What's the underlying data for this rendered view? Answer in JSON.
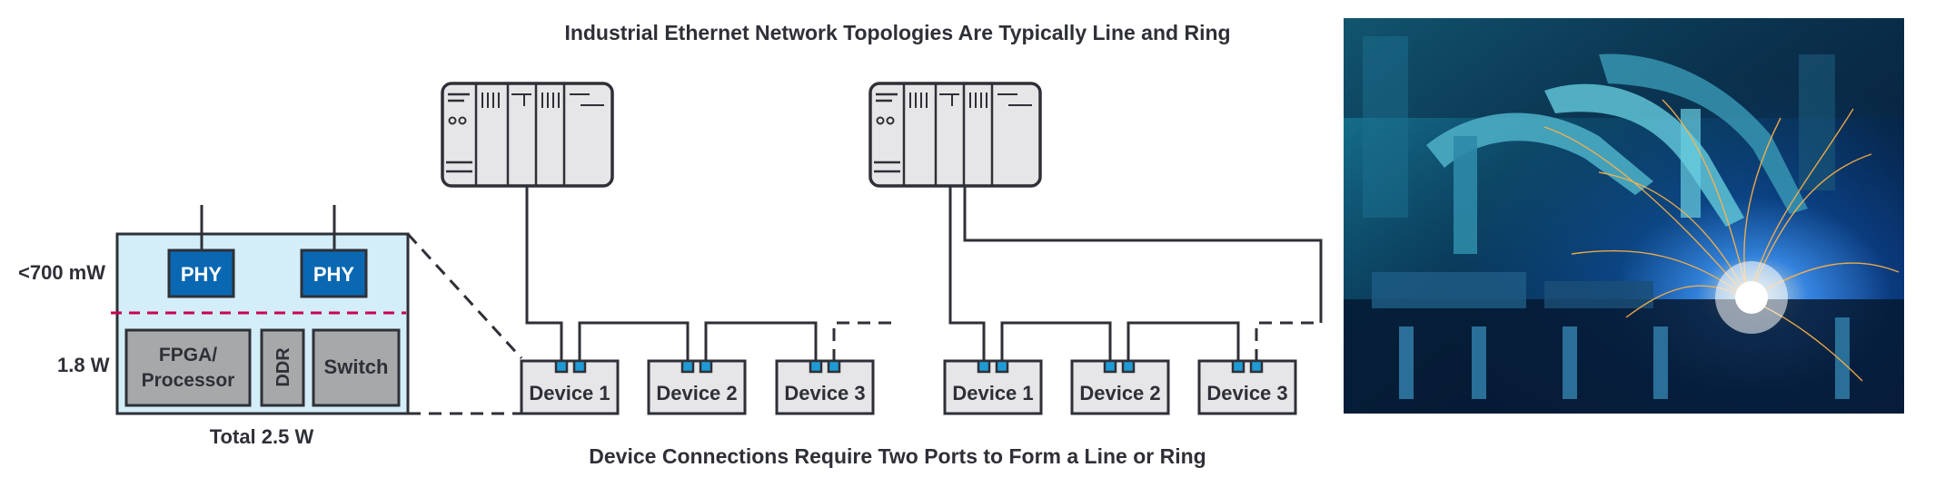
{
  "titles": {
    "top": "Industrial Ethernet Network Topologies Are Typically Line and Ring",
    "bottom": "Device Connections Require Two Ports to Form a Line or Ring"
  },
  "power_breakdown": {
    "phy_power": "<700 mW",
    "logic_power": "1.8 W",
    "total": "Total 2.5 W",
    "phy_1": "PHY",
    "phy_2": "PHY",
    "fpga_line1": "FPGA/",
    "fpga_line2": "Processor",
    "ddr": "DDR",
    "switch": "Switch"
  },
  "line_topology": {
    "devices": [
      "Device 1",
      "Device 2",
      "Device 3"
    ]
  },
  "ring_topology": {
    "devices": [
      "Device 1",
      "Device 2",
      "Device 3"
    ]
  },
  "colors": {
    "phy_blue": "#0a68b2",
    "port_blue": "#1e9bd7",
    "dashed_red": "#c8004f",
    "soc_fill": "#d3eef9",
    "device_fill": "#e6e6e8",
    "chip_gray": "#a7a8aa",
    "line": "#2f3037"
  }
}
